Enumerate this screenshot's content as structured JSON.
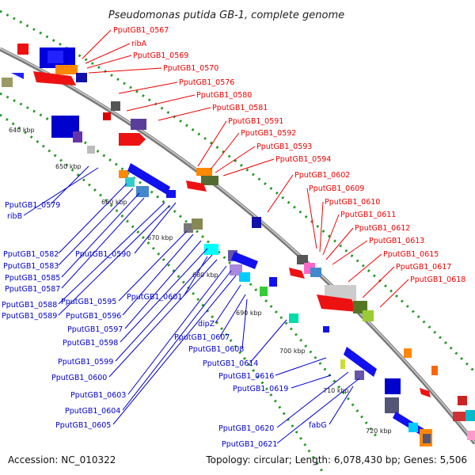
{
  "title": "Pseudomonas putida GB-1, complete genome",
  "footer": {
    "accession": "Accession: NC_010322",
    "summary": "Topology: circular; Length: 6,078,430 bp; Genes: 5,506"
  },
  "colors": {
    "forward_label": "#ee0000",
    "reverse_label": "#0000cc",
    "backbone": "#888888",
    "ruler_dots": "#229922"
  },
  "kbp_labels": [
    "640 kbp",
    "650 kbp",
    "660 kbp",
    "670 kbp",
    "680 kbp",
    "690 kbp",
    "700 kbp",
    "710 kbp",
    "720 kbp"
  ],
  "forward_genes": [
    "PputGB1_0567",
    "ribA",
    "PputGB1_0569",
    "PputGB1_0570",
    "PputGB1_0576",
    "PputGB1_0580",
    "PputGB1_0581",
    "PputGB1_0591",
    "PputGB1_0592",
    "PputGB1_0593",
    "PputGB1_0594",
    "PputGB1_0602",
    "PputGB1_0609",
    "PputGB1_0610",
    "PputGB1_0611",
    "PputGB1_0612",
    "PputGB1_0613",
    "PputGB1_0615",
    "PputGB1_0617",
    "PputGB1_0618"
  ],
  "reverse_genes": [
    "PputGB1_0579",
    "ribB",
    "PputGB1_0582",
    "PputGB1_0583",
    "PputGB1_0585",
    "PputGB1_0587",
    "PputGB1_0588",
    "PputGB1_0589",
    "PputGB1_0590",
    "PputGB1_0595",
    "PputGB1_0596",
    "PputGB1_0597",
    "PputGB1_0598",
    "PputGB1_0599",
    "PputGB1_0600",
    "PputGB1_0601",
    "PputGB1_0603",
    "PputGB1_0604",
    "PputGB1_0605",
    "dipZ",
    "PputGB1_0607",
    "PputGB1_0608",
    "PputGB1_0614",
    "PputGB1_0616",
    "PputGB1_0619",
    "PputGB1_0620",
    "PputGB1_0621",
    "fabG"
  ]
}
